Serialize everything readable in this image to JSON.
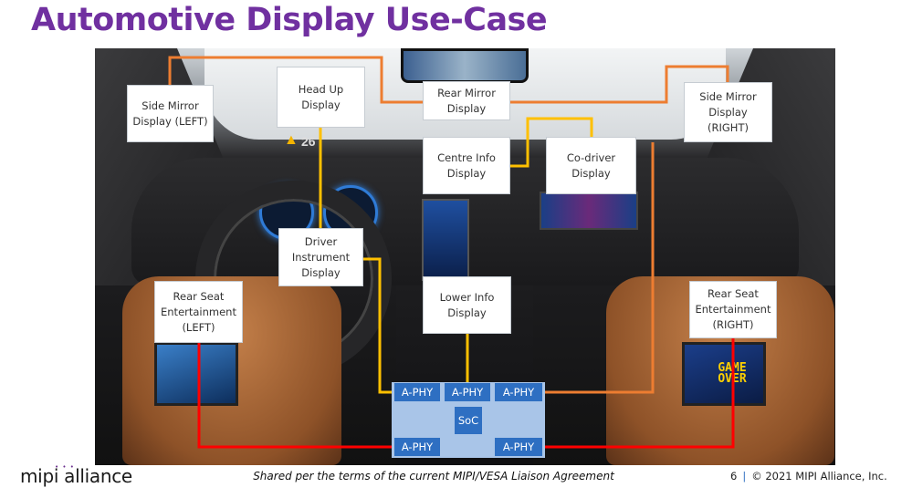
{
  "slide": {
    "title": "Automotive Display Use-Case",
    "footer_note": "Shared per the terms of the current MIPI/VESA Liaison Agreement",
    "page_number": "6",
    "copyright": "© 2021 MIPI Alliance, Inc.",
    "logo_text": "mipi alliance"
  },
  "photo": {
    "hud_speed": "26",
    "game_screen_text": "GAME OVER"
  },
  "displays": {
    "side_mirror_left": "Side Mirror\nDisplay (LEFT)",
    "head_up": "Head Up\nDisplay",
    "rear_mirror": "Rear Mirror\nDisplay",
    "side_mirror_right": "Side Mirror\nDisplay\n(RIGHT)",
    "centre_info": "Centre Info\nDisplay",
    "co_driver": "Co-driver\nDisplay",
    "driver_instrument": "Driver\nInstrument\nDisplay",
    "lower_info": "Lower Info\nDisplay",
    "rse_left": "Rear Seat\nEntertainment\n(LEFT)",
    "rse_right": "Rear Seat\nEntertainment\n(RIGHT)"
  },
  "soc": {
    "label": "SoC",
    "phy_label": "A-PHY"
  },
  "colors": {
    "title": "#7030a0",
    "orange_link": "#ed7d31",
    "yellow_link": "#ffc000",
    "red_link": "#ff0000",
    "chip_blue": "#2e6fc2",
    "soc_panel": "#a9c5e8"
  }
}
